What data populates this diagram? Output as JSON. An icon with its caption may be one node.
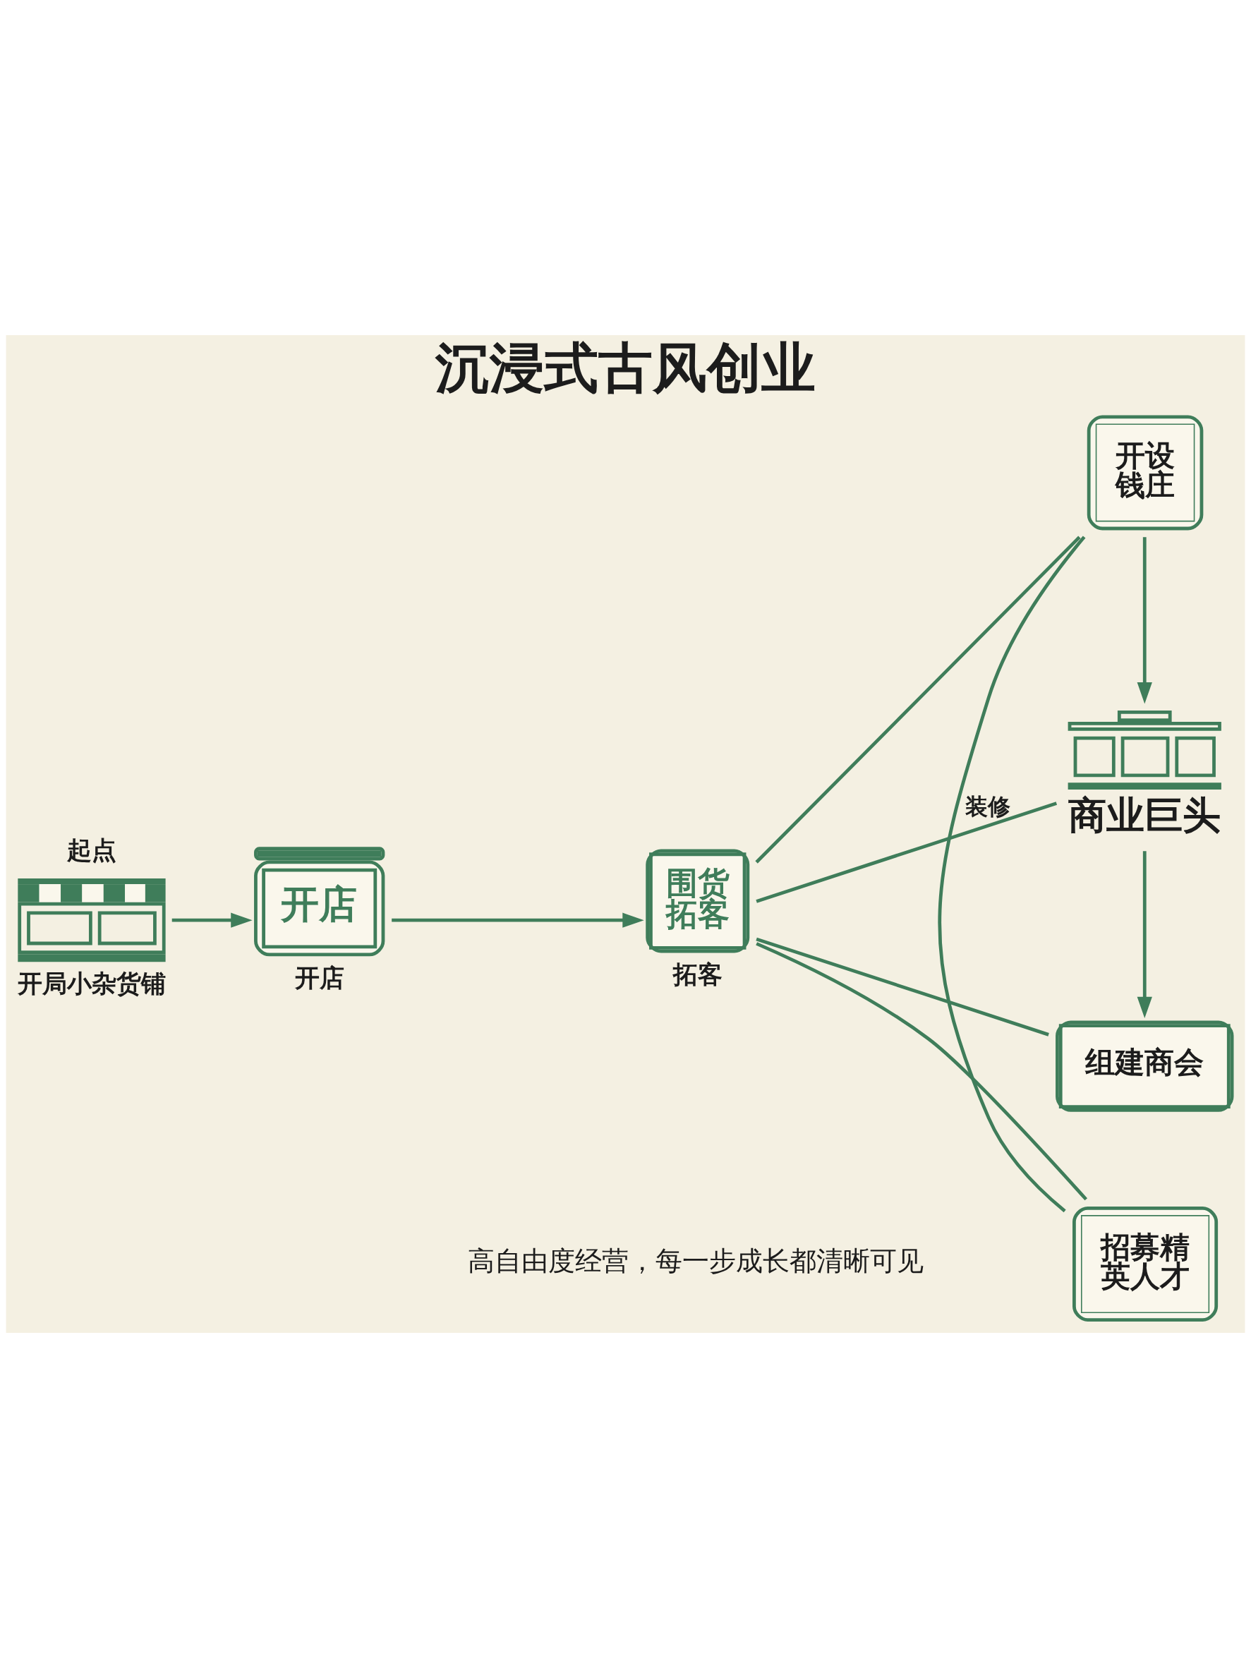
{
  "diagram": {
    "title": "沉浸式古风创业",
    "caption": "高自由度经营，每一步成长都清晰可见",
    "nodes": [
      {
        "text": [],
        "shape": "picture",
        "beside": [
          "起点",
          "开局小杂货铺"
        ]
      },
      {
        "text": [
          "开店"
        ],
        "beside": [
          "开店"
        ]
      },
      {
        "text": [
          "围货拓客"
        ],
        "beside": [
          "拓客"
        ]
      },
      {
        "text": [
          "开设钱庄"
        ]
      },
      {
        "text": [
          "商业巨头"
        ]
      },
      {
        "text": [
          "组建商会"
        ]
      },
      {
        "text": [
          "招募精英人才"
        ]
      }
    ],
    "edges": [
      {
        "from": 0,
        "to": 1,
        "arrow": "to"
      },
      {
        "from": 1,
        "to": 2,
        "arrow": "to"
      },
      {
        "from": 2,
        "to": 3,
        "arrow": "none"
      },
      {
        "from": 2,
        "to": 4,
        "arrow": "none",
        "label": "装修"
      },
      {
        "from": 2,
        "to": 5,
        "arrow": "none"
      },
      {
        "from": 2,
        "to": 6,
        "arrow": "none"
      },
      {
        "from": 3,
        "to": 4,
        "arrow": "to"
      },
      {
        "from": 4,
        "to": 5,
        "arrow": "to"
      },
      {
        "from": 3,
        "to": 6,
        "arrow": "none"
      }
    ]
  }
}
